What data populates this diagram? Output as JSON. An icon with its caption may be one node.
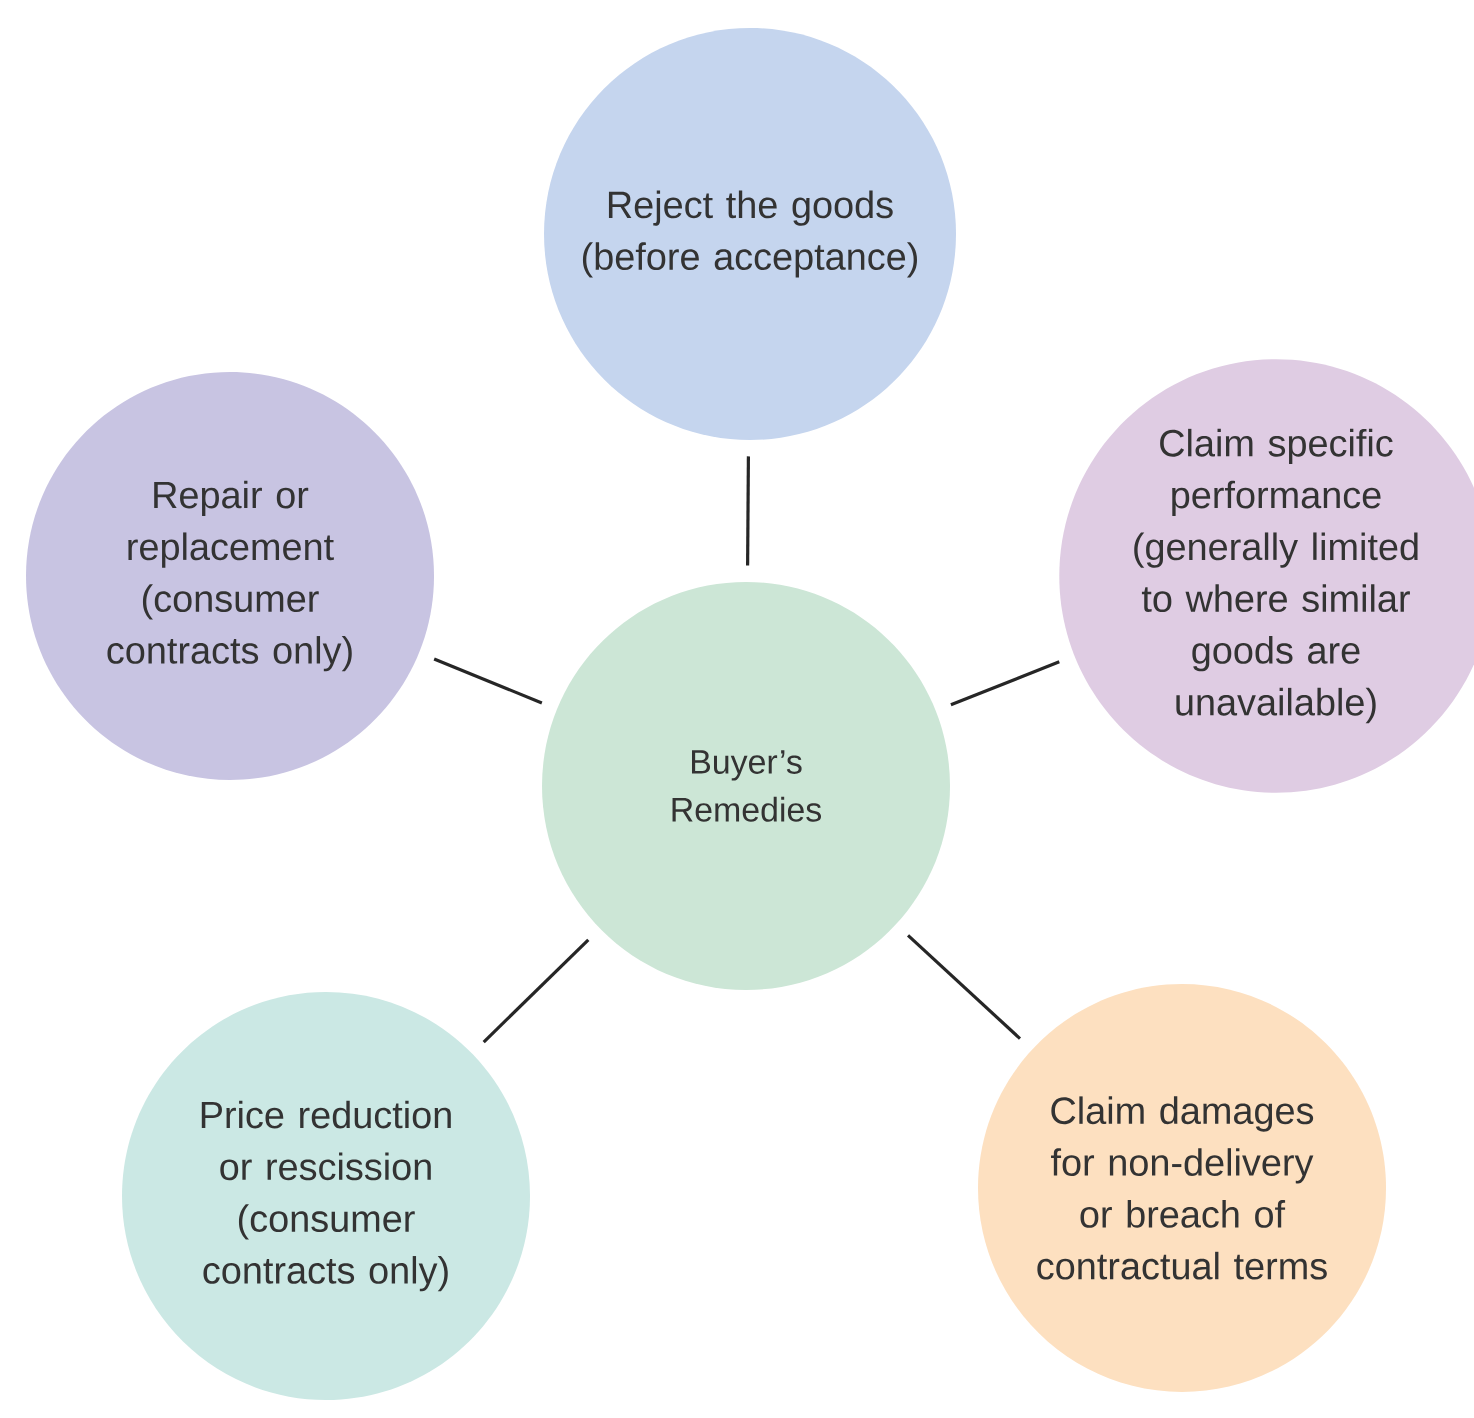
{
  "diagram": {
    "nodes": [
      {
        "text": [
          "Reject the goods (before acceptance)"
        ]
      },
      {
        "text": [
          "Repair or replacement (consumer contracts only)"
        ]
      },
      {
        "text": [
          "Claim specific performance (generally limited to where similar goods are unavailable)"
        ]
      },
      {
        "text": [
          "Buyer’s Remedies"
        ]
      },
      {
        "text": [
          "Price reduction or rescission (consumer contracts only)"
        ]
      },
      {
        "text": [
          "Claim damages for non-delivery or breach of contractual terms"
        ]
      }
    ],
    "edges": [
      {
        "from": 3,
        "to": 0,
        "arrow": "none"
      },
      {
        "from": 3,
        "to": 1,
        "arrow": "none"
      },
      {
        "from": 3,
        "to": 2,
        "arrow": "none"
      },
      {
        "from": 3,
        "to": 4,
        "arrow": "none"
      },
      {
        "from": 3,
        "to": 5,
        "arrow": "none"
      }
    ]
  }
}
